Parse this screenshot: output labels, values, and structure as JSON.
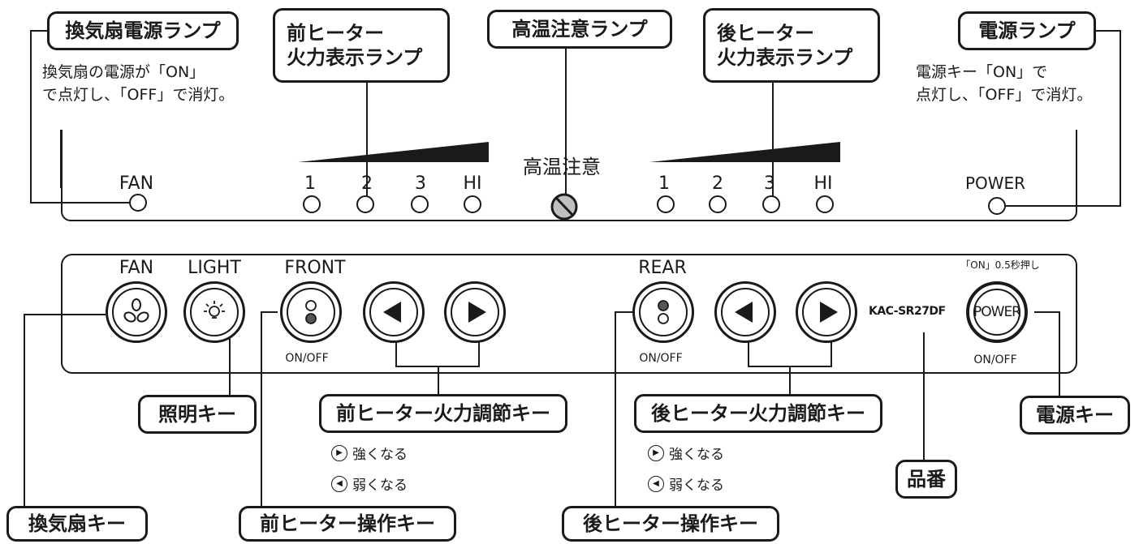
{
  "callouts_top": {
    "fan_power_lamp": "換気扇電源ランプ",
    "front_heater_lamp": [
      "前ヒーター",
      "火力表示ランプ"
    ],
    "high_temp_lamp": "高温注意ランプ",
    "rear_heater_lamp": [
      "後ヒーター",
      "火力表示ランプ"
    ],
    "power_lamp": "電源ランプ"
  },
  "descriptions": {
    "fan_power_lamp": [
      "換気扇の電源が「ON」",
      "で点灯し、「OFF」で消灯。"
    ],
    "power_lamp": [
      "電源キー「ON」で",
      "点灯し、「OFF」で消灯。"
    ]
  },
  "upper_panel": {
    "fan_label": "FAN",
    "front_levels": [
      "1",
      "2",
      "3",
      "HI"
    ],
    "high_temp_label": "高温注意",
    "rear_levels": [
      "1",
      "2",
      "3",
      "HI"
    ],
    "power_label": "POWER"
  },
  "lower_panel": {
    "fan_label": "FAN",
    "light_label": "LIGHT",
    "front_label": "FRONT",
    "rear_label": "REAR",
    "onoff": "ON/OFF",
    "model": "KAC-SR27DF",
    "power_hint": "「ON」0.5秒押し",
    "power_button": "POWER",
    "power_onoff": "ON/OFF"
  },
  "callouts_bottom": {
    "light_key": "照明キー",
    "front_adjust_key": "前ヒーター火力調節キー",
    "rear_adjust_key": "後ヒーター火力調節キー",
    "power_key": "電源キー",
    "fan_key": "換気扇キー",
    "front_operate_key": "前ヒーター操作キー",
    "rear_operate_key": "後ヒーター操作キー",
    "model_no": "品番"
  },
  "adjust_notes": {
    "up": "強くなる",
    "down": "弱くなる"
  },
  "icons": {
    "up_icon": "right-triangle-circle-icon",
    "down_icon": "left-triangle-circle-icon"
  }
}
